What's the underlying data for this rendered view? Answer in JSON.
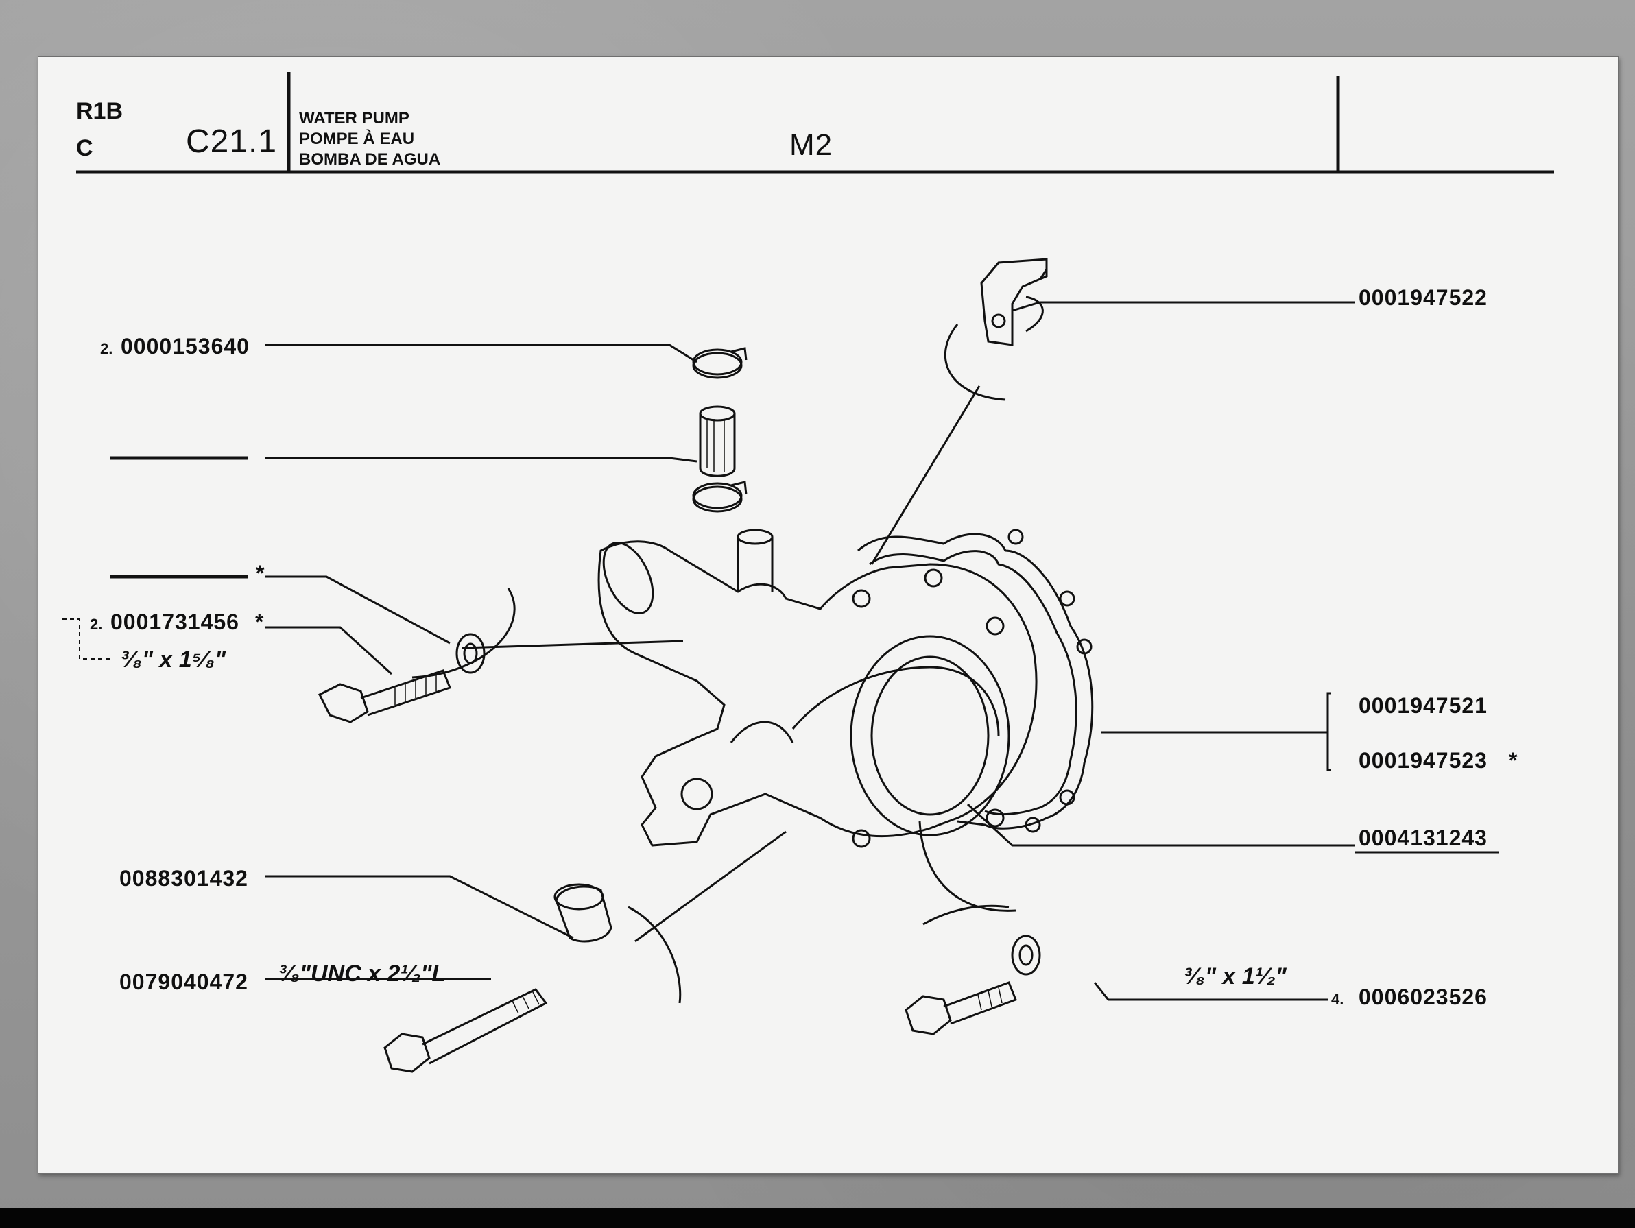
{
  "header": {
    "model": "R1B",
    "variant": "C",
    "section_code": "C21.1",
    "title_lines": [
      "WATER PUMP",
      "POMPE À EAU",
      "BOMBA DE AGUA"
    ],
    "engine": "M2"
  },
  "callouts": {
    "hose_clamp": {
      "qty": "2.",
      "part": "0000153640"
    },
    "bracket": {
      "part": "0001947522"
    },
    "washer": {
      "mark": "*"
    },
    "bolt_short": {
      "qty": "2.",
      "part": "0001731456",
      "mark": "*",
      "size": "³⁄₈\" x 1⁵⁄₈\""
    },
    "gasket_a": {
      "part": "0001947521"
    },
    "gasket_b": {
      "part": "0001947523",
      "mark": "*"
    },
    "pump": {
      "part": "0004131243"
    },
    "spacer": {
      "part": "0088301432"
    },
    "bolt_long": {
      "part": "0079040472",
      "size": "³⁄₈\"UNC x 2¹⁄₂\"L"
    },
    "bolt_small": {
      "qty": "4.",
      "part": "0006023526",
      "size": "³⁄₈\" x 1¹⁄₂\""
    }
  }
}
